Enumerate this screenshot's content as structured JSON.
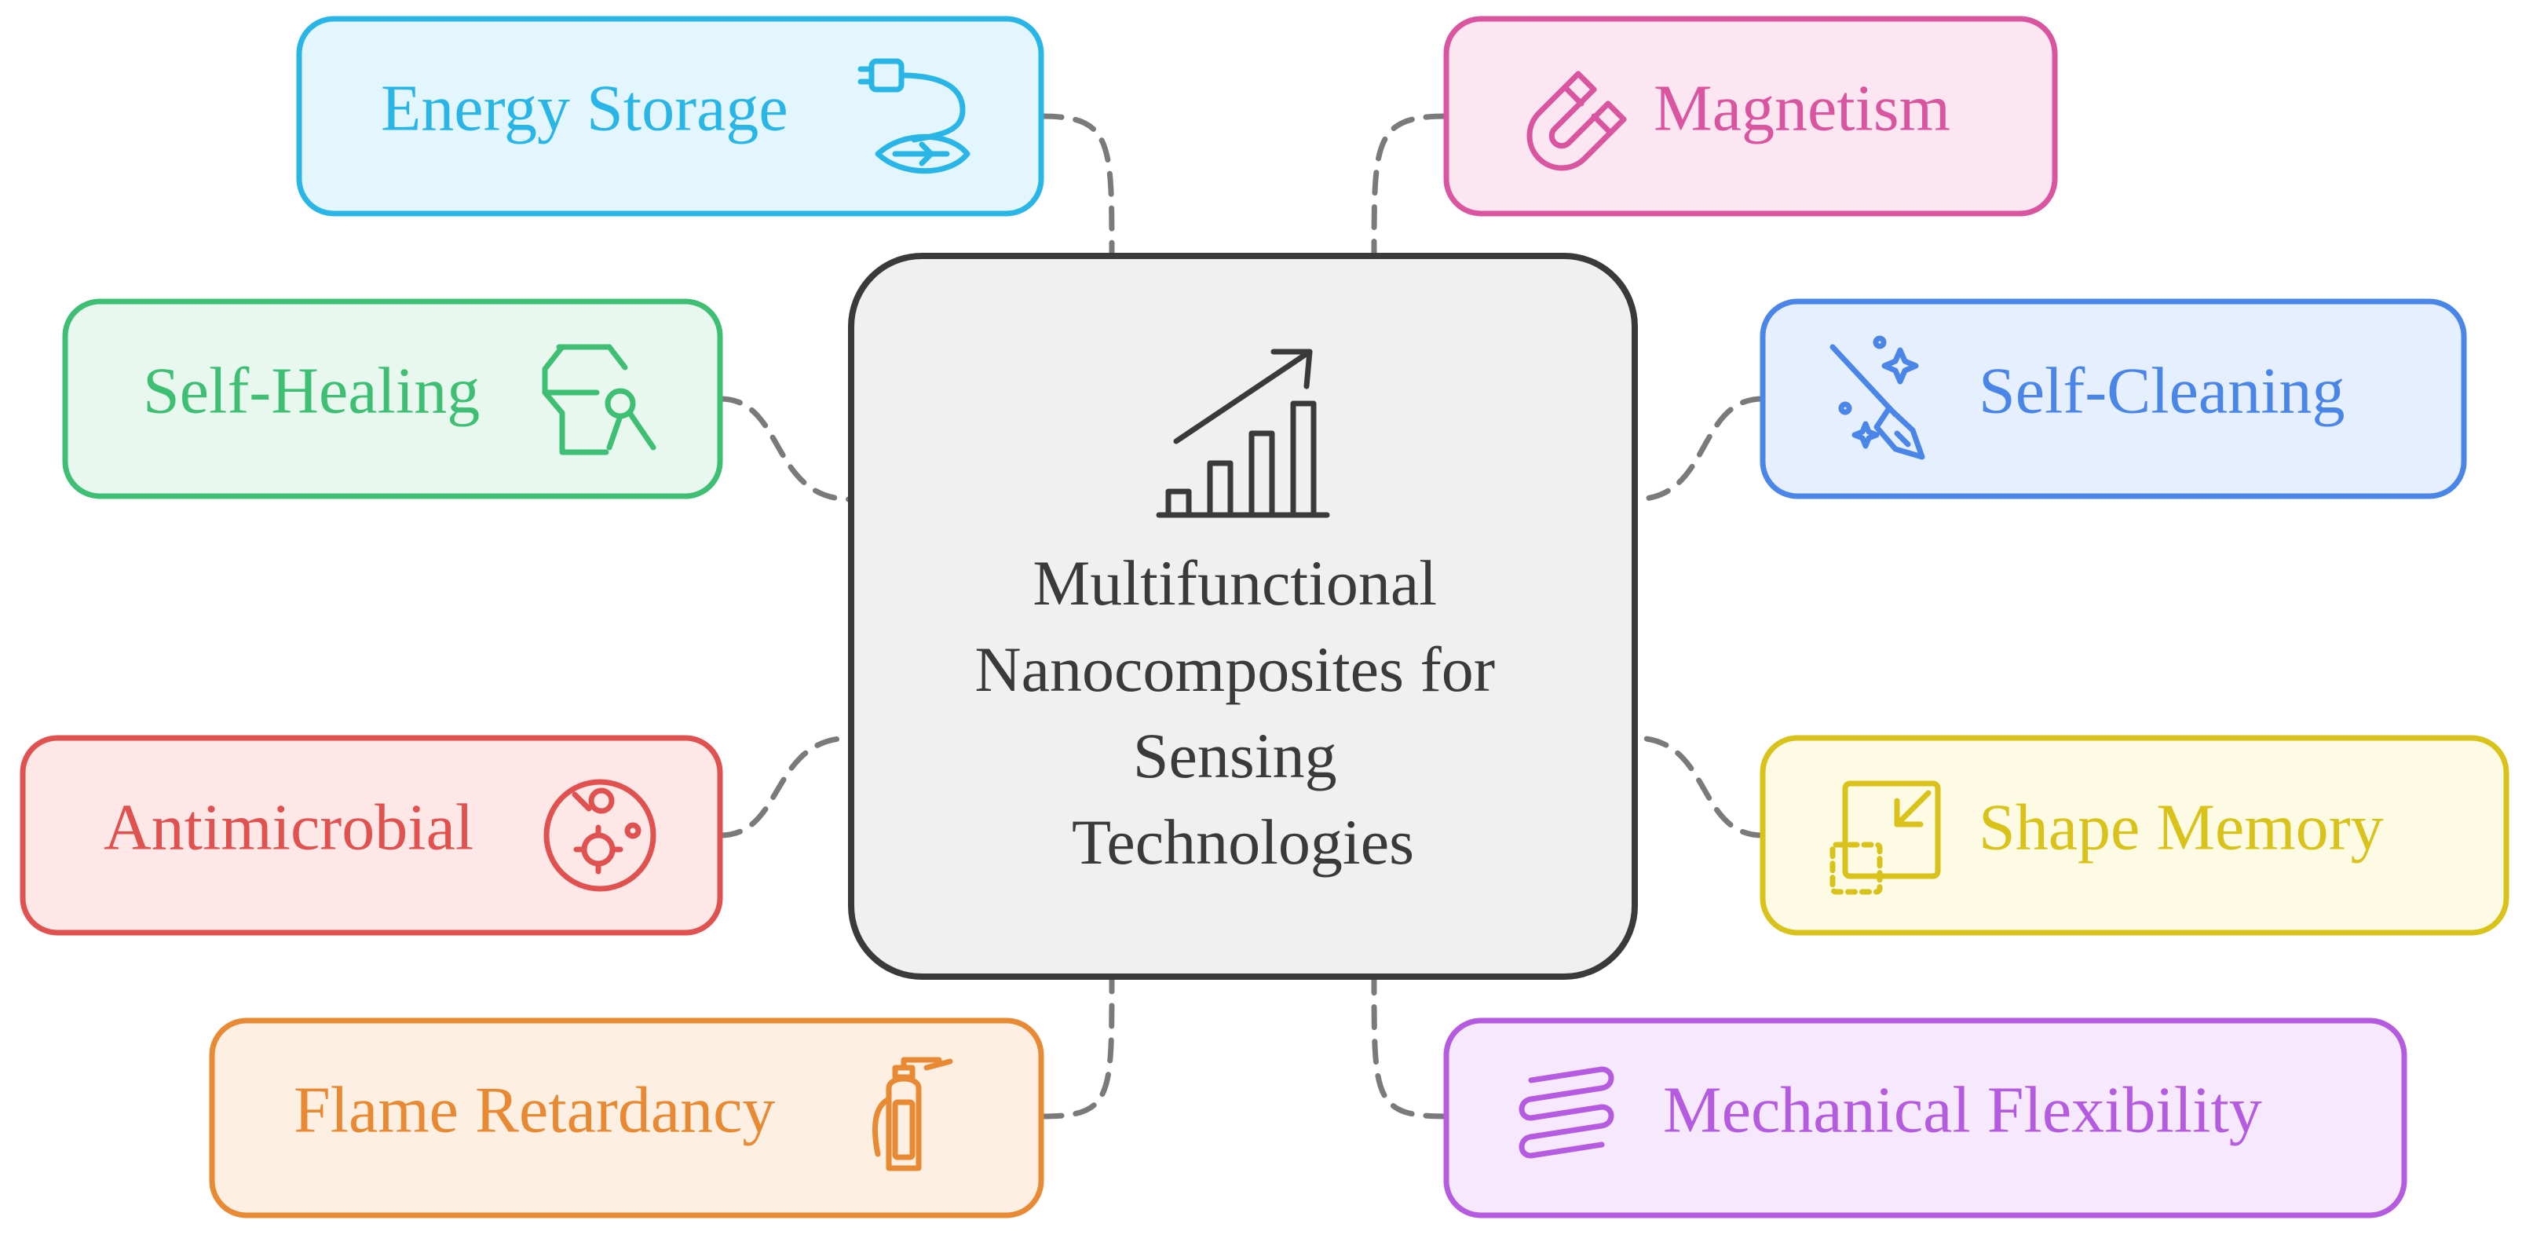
{
  "center": {
    "title_lines": [
      "Multifunctional",
      "Nanocomposites for",
      "Sensing",
      "Technologies"
    ],
    "icon": "growth-chart-icon",
    "fill": "#f0f0f0",
    "stroke": "#3a3a3a"
  },
  "nodes": [
    {
      "id": "energy-storage",
      "label": "Energy Storage",
      "icon": "plug-leaf-icon",
      "color": "#29b6e6",
      "fill": "#e3f6fd"
    },
    {
      "id": "magnetism",
      "label": "Magnetism",
      "icon": "magnet-icon",
      "color": "#d9559f",
      "fill": "#fce6f1"
    },
    {
      "id": "self-healing",
      "label": "Self-Healing",
      "icon": "mending-vase-icon",
      "color": "#3fbf74",
      "fill": "#e8f8ee"
    },
    {
      "id": "self-cleaning",
      "label": "Self-Cleaning",
      "icon": "sparkle-broom-icon",
      "color": "#4a86e8",
      "fill": "#e6effd"
    },
    {
      "id": "antimicrobial",
      "label": "Antimicrobial",
      "icon": "petri-dish-icon",
      "color": "#e0524f",
      "fill": "#fde8e7"
    },
    {
      "id": "shape-memory",
      "label": "Shape Memory",
      "icon": "shrink-arrow-icon",
      "color": "#d9c21a",
      "fill": "#fdfbe4"
    },
    {
      "id": "flame-retardancy",
      "label": "Flame Retardancy",
      "icon": "fire-extinguisher-icon",
      "color": "#e88a33",
      "fill": "#fdf0e3"
    },
    {
      "id": "mechanical-flexibility",
      "label": "Mechanical Flexibility",
      "icon": "spring-coil-icon",
      "color": "#b45be0",
      "fill": "#f6e8fd"
    }
  ]
}
